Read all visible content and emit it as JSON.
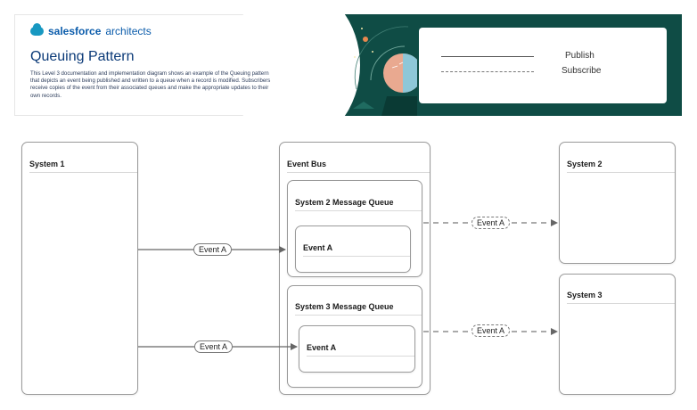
{
  "header": {
    "brand": "salesforce",
    "brand_suffix": "architects",
    "title": "Queuing Pattern",
    "description": "This Level 3 documentation and implementation diagram  shows an example of the Queuing pattern that depicts an event being published  and written to a queue when a record is modified.  Subscribers receive copies of the event from their associated queues and make the appropriate updates to their own records."
  },
  "legend": {
    "publish": "Publish",
    "subscribe": "Subscribe"
  },
  "diagram": {
    "system1": "System 1",
    "system2": "System 2",
    "system3": "System 3",
    "event_bus": "Event Bus",
    "queue2": "System 2 Message Queue",
    "queue3": "System 3 Message Queue",
    "queue2_event": "Event A",
    "queue3_event": "Event A",
    "publish_label_1": "Event A",
    "publish_label_2": "Event A",
    "subscribe_label_1": "Event A",
    "subscribe_label_2": "Event A"
  },
  "colors": {
    "header_teal": "#0f4c45",
    "brand_blue": "#0b5cab",
    "logo_cloud": "#1798c1",
    "title_navy": "#0b3a78",
    "box_border": "#9a9a9a",
    "arrow": "#666666"
  },
  "icons": [
    "salesforce-cloud-icon",
    "decorative-illustration"
  ]
}
